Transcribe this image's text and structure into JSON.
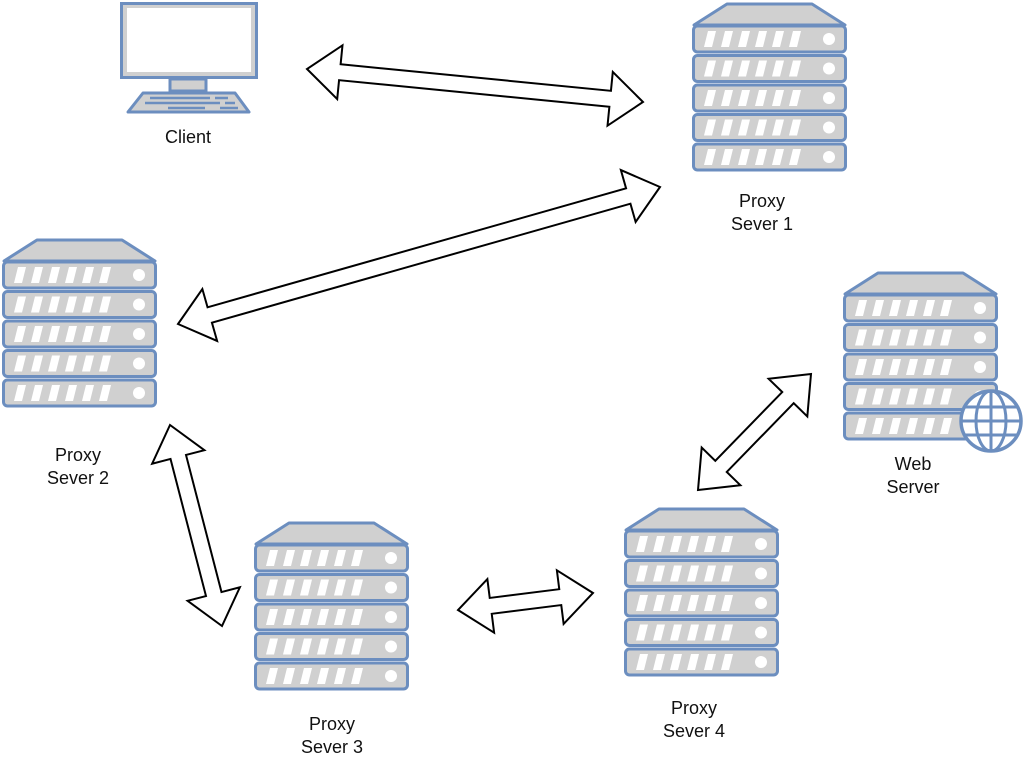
{
  "diagram": {
    "title": "Proxy chain network",
    "colors": {
      "outline": "#6c8ebf",
      "fill": "#d0d0d0",
      "screen": "#ffffff",
      "arrow_stroke": "#000000",
      "arrow_fill": "#ffffff"
    },
    "nodes": [
      {
        "id": "client",
        "type": "computer",
        "label_lines": [
          "Client"
        ]
      },
      {
        "id": "proxy1",
        "type": "server",
        "label_lines": [
          "Proxy",
          "Sever 1"
        ]
      },
      {
        "id": "proxy2",
        "type": "server",
        "label_lines": [
          "Proxy",
          "Sever 2"
        ]
      },
      {
        "id": "proxy3",
        "type": "server",
        "label_lines": [
          "Proxy",
          "Sever 3"
        ]
      },
      {
        "id": "proxy4",
        "type": "server",
        "label_lines": [
          "Proxy",
          "Sever 4"
        ]
      },
      {
        "id": "webserver",
        "type": "web-server",
        "label_lines": [
          "Web",
          "Server"
        ]
      }
    ],
    "edges": [
      {
        "from": "client",
        "to": "proxy1",
        "style": "double-arrow"
      },
      {
        "from": "proxy1",
        "to": "proxy2",
        "style": "double-arrow"
      },
      {
        "from": "proxy2",
        "to": "proxy3",
        "style": "double-arrow"
      },
      {
        "from": "proxy3",
        "to": "proxy4",
        "style": "double-arrow"
      },
      {
        "from": "proxy4",
        "to": "webserver",
        "style": "double-arrow"
      }
    ]
  }
}
